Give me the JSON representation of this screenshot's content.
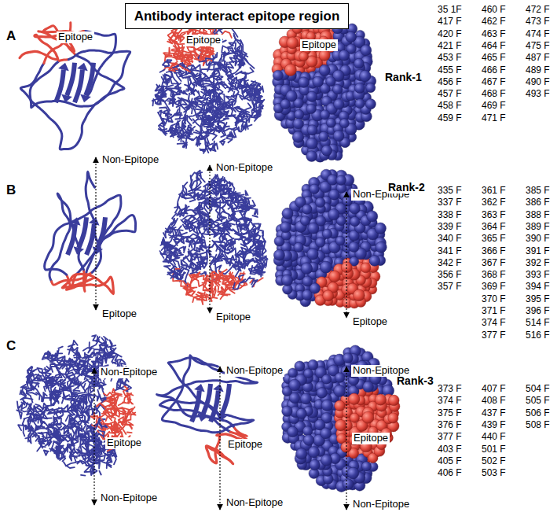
{
  "diagram": {
    "title": "Antibody interact epitope region",
    "labels": [
      "A",
      "Epitope",
      "Epitope",
      "Epitope",
      "Rank-1",
      "35 1F",
      "417 F",
      "420 F",
      "421 F",
      "453 F",
      "455 F",
      "456 F",
      "457 F",
      "458 F",
      "459 F",
      "460 F",
      "462 F",
      "463 F",
      "464 F",
      "465 F",
      "466 F",
      "467 F",
      "468 F",
      "469 F",
      "471 F",
      "472 F",
      "473 F",
      "474 F",
      "475 F",
      "487 F",
      "489 F",
      "490 F",
      "493 F",
      "Non-Epitope",
      "Non-Epitope",
      "Non-Epitope",
      "B",
      "Rank-2",
      "335 F",
      "337 F",
      "338 F",
      "339 F",
      "340 F",
      "341 F",
      "342 F",
      "356 F",
      "357 F",
      "361 F",
      "362 F",
      "363 F",
      "364 F",
      "365 F",
      "366 F",
      "367 F",
      "368 F",
      "369 F",
      "370 F",
      "371 F",
      "374 F",
      "377 F",
      "385 F",
      "386 F",
      "388 F",
      "389 F",
      "390 F",
      "391 F",
      "392 F",
      "393 F",
      "394 F",
      "395 F",
      "396 F",
      "514 F",
      "516 F",
      "Epitope",
      "Epitope",
      "Epitope",
      "C",
      "Rank-3",
      "373 F",
      "374 F",
      "375 F",
      "376 F",
      "377 F",
      "403 F",
      "405 F",
      "406 F",
      "407 F",
      "408 F",
      "437 F",
      "439 F",
      "440 F",
      "501 F",
      "502 F",
      "503 F",
      "504 F",
      "505 F",
      "506 F",
      "508 F",
      "Non-Epitope",
      "Non-Epitope",
      "Non-Epitope",
      "Epitope",
      "Epitope",
      "Epitope",
      "Non-Epitope",
      "Non-Epitope",
      "Non-Epitope"
    ]
  }
}
